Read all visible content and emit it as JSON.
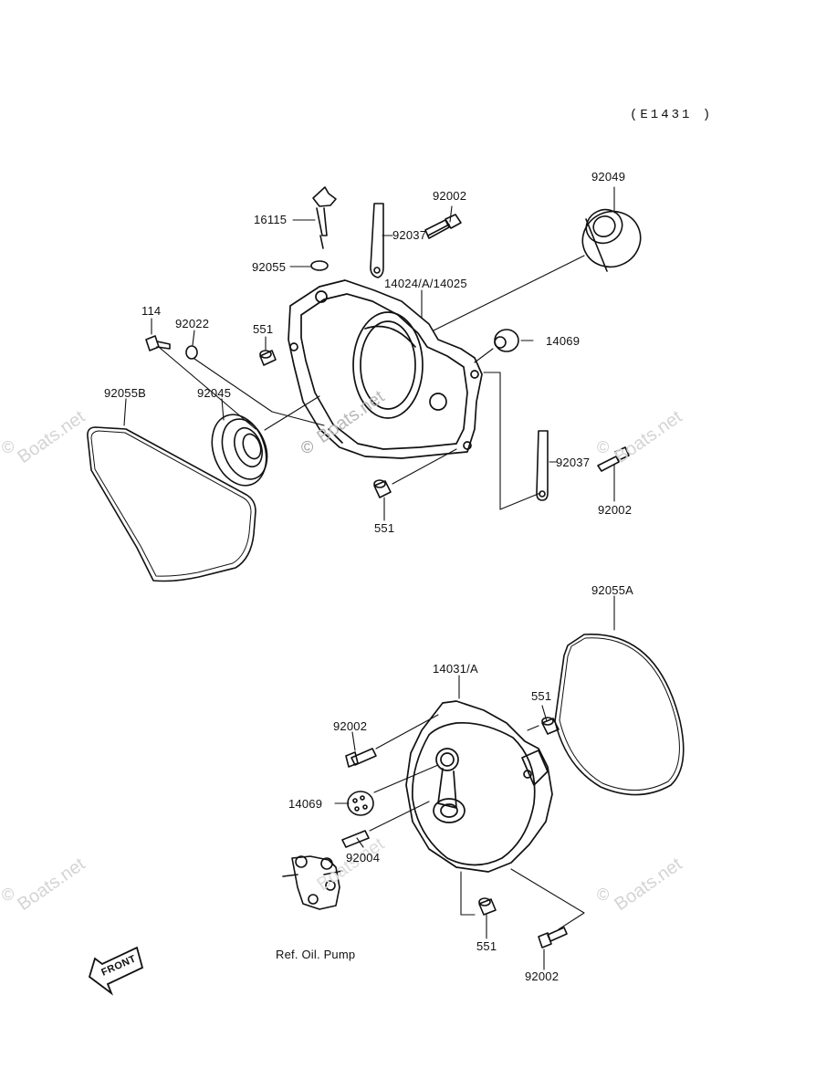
{
  "diagram_code": "(E1431 )",
  "labels": {
    "l16115": "16115",
    "l92002a": "92002",
    "l92037a": "92037",
    "l92049": "92049",
    "l92055": "92055",
    "l14024": "14024/A/14025",
    "l114": "114",
    "l92022": "92022",
    "l551a": "551",
    "l14069a": "14069",
    "l92055B": "92055B",
    "l92045": "92045",
    "l92037b": "92037",
    "l92002b": "92002",
    "l551b": "551",
    "l92055A": "92055A",
    "l14031": "14031/A",
    "l551c": "551",
    "l92002c": "92002",
    "l14069b": "14069",
    "l92004": "92004",
    "lRef": "Ref. Oil. Pump",
    "l551d": "551",
    "l92002d": "92002",
    "lFront": "FRONT"
  },
  "watermark": {
    "text": "Boats.net",
    "copyright": "©"
  }
}
